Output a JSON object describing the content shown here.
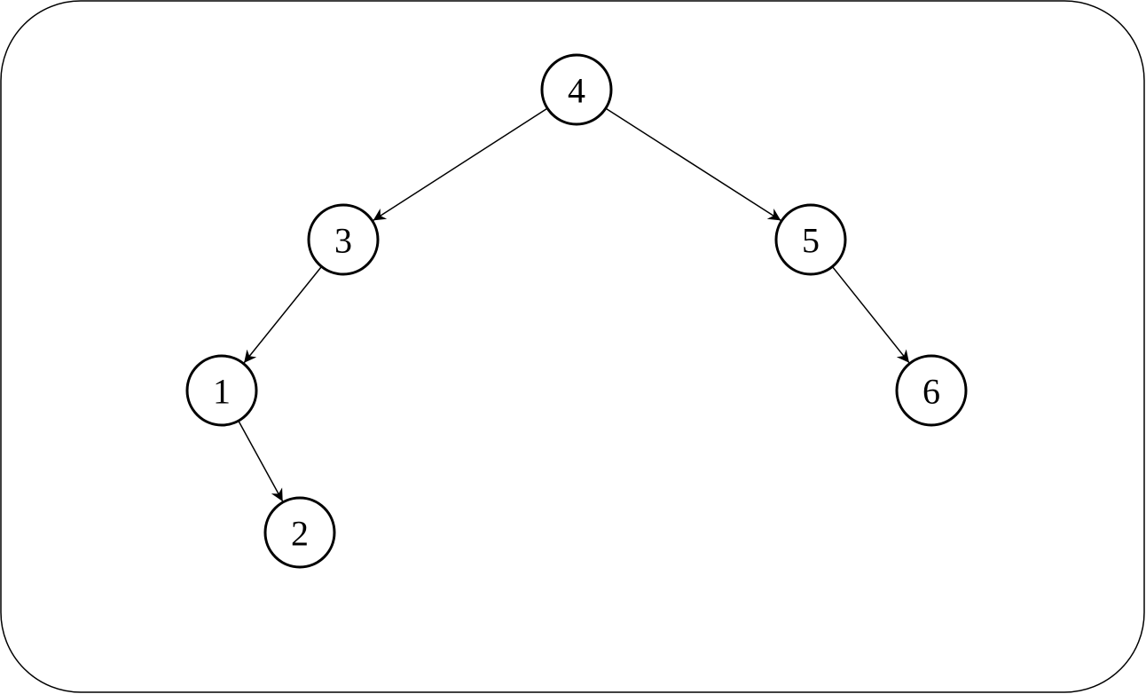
{
  "tree": {
    "nodes": [
      {
        "id": "n4",
        "label": "4"
      },
      {
        "id": "n3",
        "label": "3"
      },
      {
        "id": "n5",
        "label": "5"
      },
      {
        "id": "n1",
        "label": "1"
      },
      {
        "id": "n6",
        "label": "6"
      },
      {
        "id": "n2",
        "label": "2"
      }
    ],
    "edges": [
      {
        "from": "n4",
        "to": "n3"
      },
      {
        "from": "n4",
        "to": "n5"
      },
      {
        "from": "n3",
        "to": "n1"
      },
      {
        "from": "n5",
        "to": "n6"
      },
      {
        "from": "n1",
        "to": "n2"
      }
    ]
  }
}
